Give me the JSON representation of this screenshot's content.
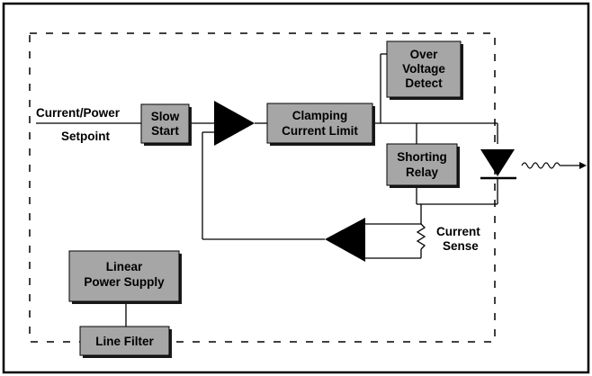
{
  "diagram": {
    "blocks": {
      "slow_start": [
        "Slow",
        "Start"
      ],
      "clamping": [
        "Clamping",
        "Current Limit"
      ],
      "over_voltage": [
        "Over",
        "Voltage",
        "Detect"
      ],
      "shorting_relay": [
        "Shorting",
        "Relay"
      ],
      "linear_power_supply": [
        "Linear",
        "Power Supply"
      ],
      "line_filter": [
        "Line Filter"
      ]
    },
    "labels": {
      "input_top": "Current/Power",
      "input_bottom": "Setpoint",
      "current_sense_1": "Current",
      "current_sense_2": "Sense"
    },
    "colors": {
      "block_fill": "#a6a6a6",
      "block_shadow": "#1a1a1a",
      "line": "#000000",
      "background": "#ffffff"
    }
  }
}
